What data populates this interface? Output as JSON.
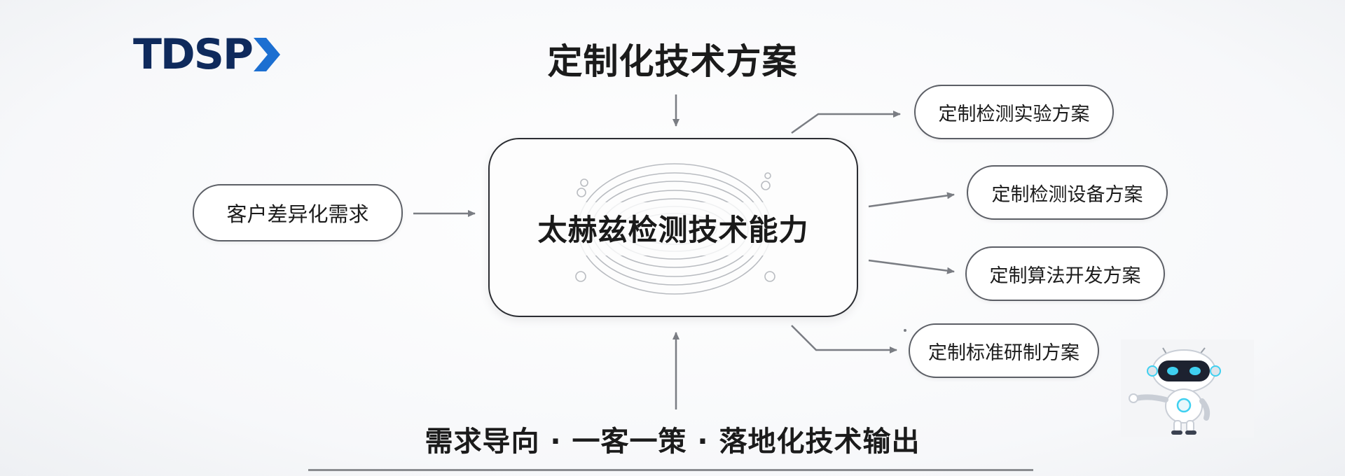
{
  "logo": {
    "text": "TDSP",
    "brand_color": "#0f2a5c",
    "accent_color": "#1c6fd1"
  },
  "top_title": "定制化技术方案",
  "center": {
    "label": "太赫兹检测技术能力"
  },
  "input": {
    "label": "客户差异化需求"
  },
  "outputs": [
    {
      "label": "定制检测实验方案"
    },
    {
      "label": "定制检测设备方案"
    },
    {
      "label": "定制算法开发方案"
    },
    {
      "label": "定制标准研制方案"
    }
  ],
  "bottom_title": "需求导向 · 一客一策 · 落地化技术输出",
  "colors": {
    "border": "#5c5f66",
    "arrow": "#7a7d83",
    "center_border": "#2b2d32",
    "robot_eye": "#3fd0f0"
  },
  "icons": [
    "robot-mascot-icon",
    "wave-rings-icon",
    "logo-arrow-icon"
  ]
}
